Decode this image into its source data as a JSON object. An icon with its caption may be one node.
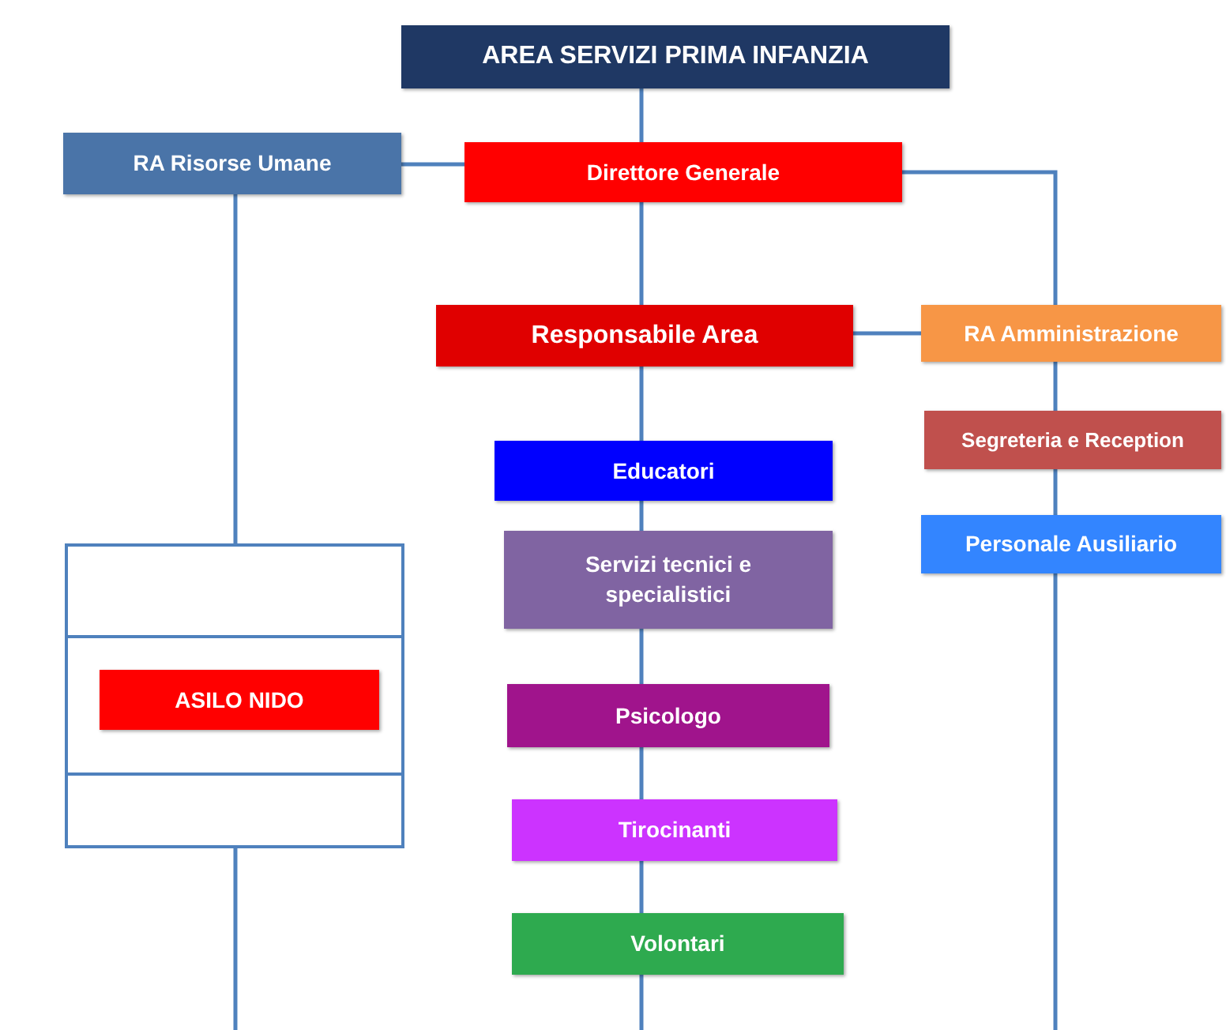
{
  "diagram": {
    "nodes": [
      {
        "text": [
          "AREA SERVIZI PRIMA INFANZIA"
        ]
      },
      {
        "text": [
          "RA Risorse Umane"
        ]
      },
      {
        "text": [
          "Direttore Generale"
        ]
      },
      {
        "text": [
          "Responsabile Area"
        ]
      },
      {
        "text": [
          "RA Amministrazione"
        ]
      },
      {
        "text": [
          "Segreteria e Reception"
        ]
      },
      {
        "text": [
          "Personale Ausiliario"
        ]
      },
      {
        "text": [
          "Educatori"
        ]
      },
      {
        "text": [
          "Servizi tecnici e specialistici"
        ]
      },
      {
        "text": [
          "Psicologo"
        ]
      },
      {
        "text": [
          "Tirocinanti"
        ]
      },
      {
        "text": [
          "Volontari"
        ]
      },
      {
        "text": [],
        "shape": "box"
      },
      {
        "text": [
          "ASILO NIDO"
        ],
        "in": 12
      }
    ],
    "edges": [
      {
        "from": 0,
        "to": 2,
        "arrow": "none"
      },
      {
        "from": 1,
        "to": 2,
        "arrow": "none"
      },
      {
        "from": 2,
        "to": 3,
        "arrow": "none"
      },
      {
        "from": 2,
        "to": 4,
        "arrow": "none"
      },
      {
        "from": 3,
        "to": 4,
        "arrow": "none"
      },
      {
        "from": 4,
        "to": 5,
        "arrow": "none"
      },
      {
        "from": 5,
        "to": 6,
        "arrow": "none"
      },
      {
        "from": 6,
        "to": null,
        "arrow": "none"
      },
      {
        "from": 3,
        "to": 7,
        "arrow": "none"
      },
      {
        "from": 7,
        "to": 8,
        "arrow": "none"
      },
      {
        "from": 8,
        "to": 9,
        "arrow": "none"
      },
      {
        "from": 9,
        "to": 10,
        "arrow": "none"
      },
      {
        "from": 10,
        "to": 11,
        "arrow": "none"
      },
      {
        "from": 11,
        "to": null,
        "arrow": "none"
      },
      {
        "from": 1,
        "to": 12,
        "arrow": "none"
      },
      {
        "from": 12,
        "to": null,
        "arrow": "none"
      }
    ]
  }
}
